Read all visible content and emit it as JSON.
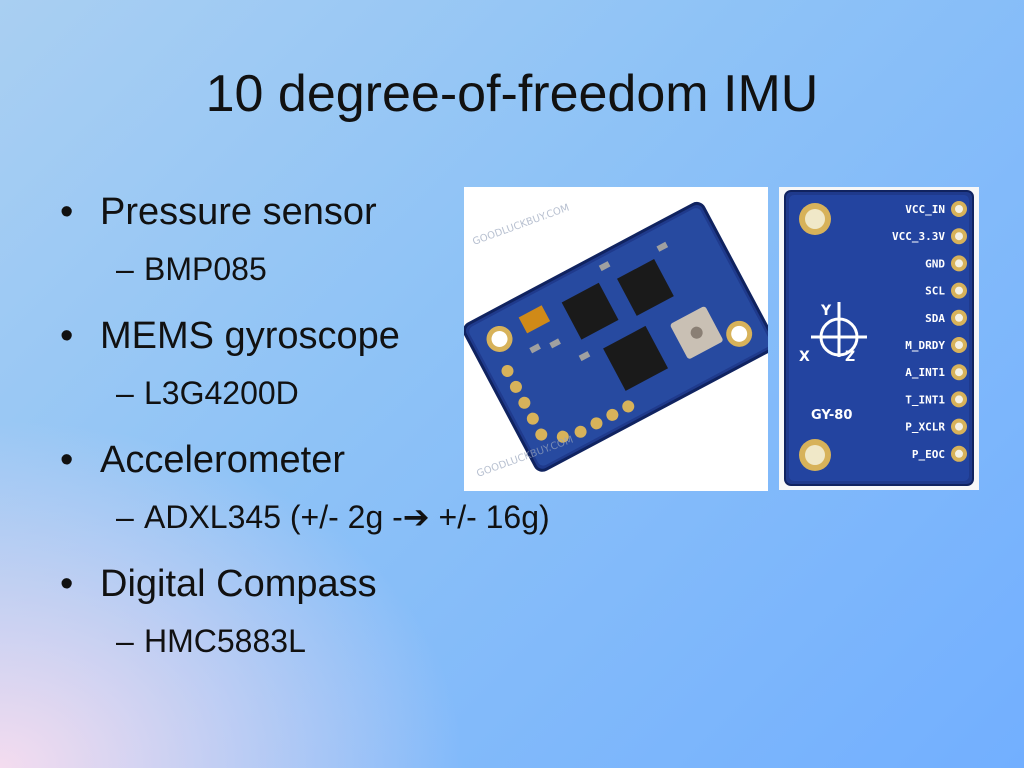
{
  "slide": {
    "title": "10 degree-of-freedom IMU",
    "bullets": [
      {
        "label": "Pressure sensor",
        "sub": "BMP085"
      },
      {
        "label": "MEMS gyroscope",
        "sub": "L3G4200D"
      },
      {
        "label": "Accelerometer",
        "sub_prefix": "ADXL345 (+/- 2g -",
        "sub_arrow": "➔",
        "sub_suffix": " +/- 16g)"
      },
      {
        "label": "Digital Compass",
        "sub": "HMC5883L"
      }
    ],
    "dash": "–"
  },
  "board_back": {
    "pins": [
      "VCC_IN",
      "VCC_3.3V",
      "GND",
      "SCL",
      "SDA",
      "M_DRDY",
      "A_INT1",
      "T_INT1",
      "P_XCLR",
      "P_EOC"
    ],
    "model": "GY-80",
    "axes": [
      "Y",
      "X",
      "Z"
    ]
  },
  "watermark": "GOODLUCKBUY.COM",
  "colors": {
    "pcb_blue": "#1f3a8c",
    "pad_gold": "#d7b25a"
  }
}
